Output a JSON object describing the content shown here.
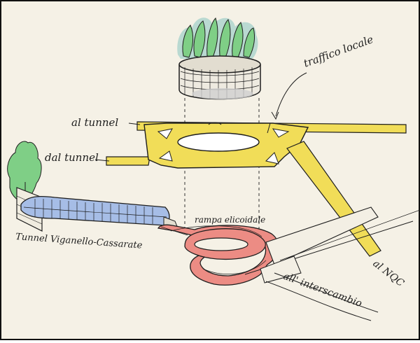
{
  "colors": {
    "paper": "#f5f1e6",
    "ink": "#1e1e1e",
    "road_yellow": "#f1dd58",
    "ramp_red": "#ec8c84",
    "tunnel_blue": "#a6bde6",
    "tree_green": "#7fcf86",
    "planter_teal": "#b9d9d1",
    "shadow_grey": "#cfcfcf"
  },
  "labels": {
    "traffico_locale": "traffico locale",
    "al_tunnel": "al tunnel",
    "dal_tunnel": "dal tunnel",
    "rampa_elicoidale": "rampa elicoidale",
    "tunnel_viganello": "Tunnel Viganello-Cassarate",
    "al_nqc": "al NQC",
    "all_interscambio": "all' interscambio"
  }
}
